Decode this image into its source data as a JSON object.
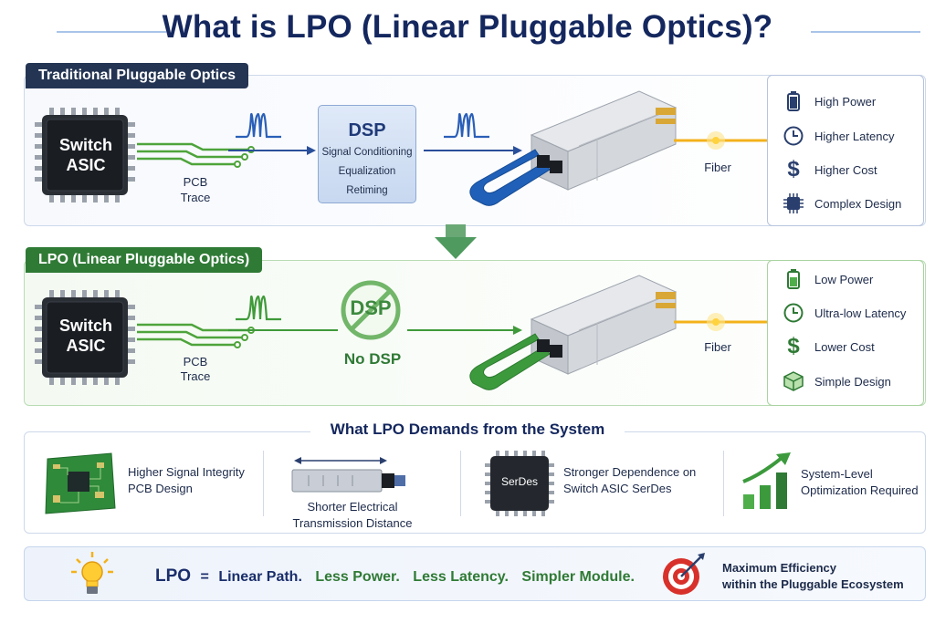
{
  "title": "What is LPO (Linear Pluggable Optics)?",
  "traditional": {
    "tag": "Traditional Pluggable Optics",
    "chip_line1": "Switch",
    "chip_line2": "ASIC",
    "pcb_line1": "PCB",
    "pcb_line2": "Trace",
    "dsp_title": "DSP",
    "dsp_line1": "Signal Conditioning",
    "dsp_line2": "Equalization",
    "dsp_line3": "Retiming",
    "fiber": "Fiber",
    "items": [
      {
        "icon": "battery-full-icon",
        "label": "High Power"
      },
      {
        "icon": "clock-icon",
        "label": "Higher Latency"
      },
      {
        "icon": "dollar-icon",
        "label": "Higher Cost"
      },
      {
        "icon": "chip-icon",
        "label": "Complex Design"
      }
    ]
  },
  "lpo": {
    "tag": "LPO (Linear Pluggable Optics)",
    "chip_line1": "Switch",
    "chip_line2": "ASIC",
    "pcb_line1": "PCB",
    "pcb_line2": "Trace",
    "no_dsp_symbol": "DSP",
    "no_dsp_label": "No DSP",
    "fiber": "Fiber",
    "items": [
      {
        "icon": "battery-low-icon",
        "label": "Low Power"
      },
      {
        "icon": "clock-icon",
        "label": "Ultra-low Latency"
      },
      {
        "icon": "dollar-icon",
        "label": "Lower Cost"
      },
      {
        "icon": "cube-icon",
        "label": "Simple Design"
      }
    ]
  },
  "demands": {
    "title": "What LPO Demands from the System",
    "items": [
      {
        "line1": "Higher Signal Integrity",
        "line2": "PCB Design"
      },
      {
        "line1": "Shorter Electrical",
        "line2": "Transmission Distance"
      },
      {
        "chip_label": "SerDes",
        "line1": "Stronger Dependence on",
        "line2": "Switch ASIC SerDes"
      },
      {
        "line1": "System-Level",
        "line2": "Optimization Required"
      }
    ]
  },
  "summary": {
    "key": "LPO",
    "equals": "=",
    "part1": "Linear Path.",
    "part2": "Less Power.",
    "part3": "Less Latency.",
    "part4": "Simpler Module.",
    "right_line1": "Maximum Efficiency",
    "right_line2": "within the Pluggable Ecosystem"
  },
  "colors": {
    "navy": "#14275e",
    "blue_accent": "#2a5fb8",
    "green_accent": "#2f7a35",
    "fiber_yellow": "#f3b21b"
  }
}
